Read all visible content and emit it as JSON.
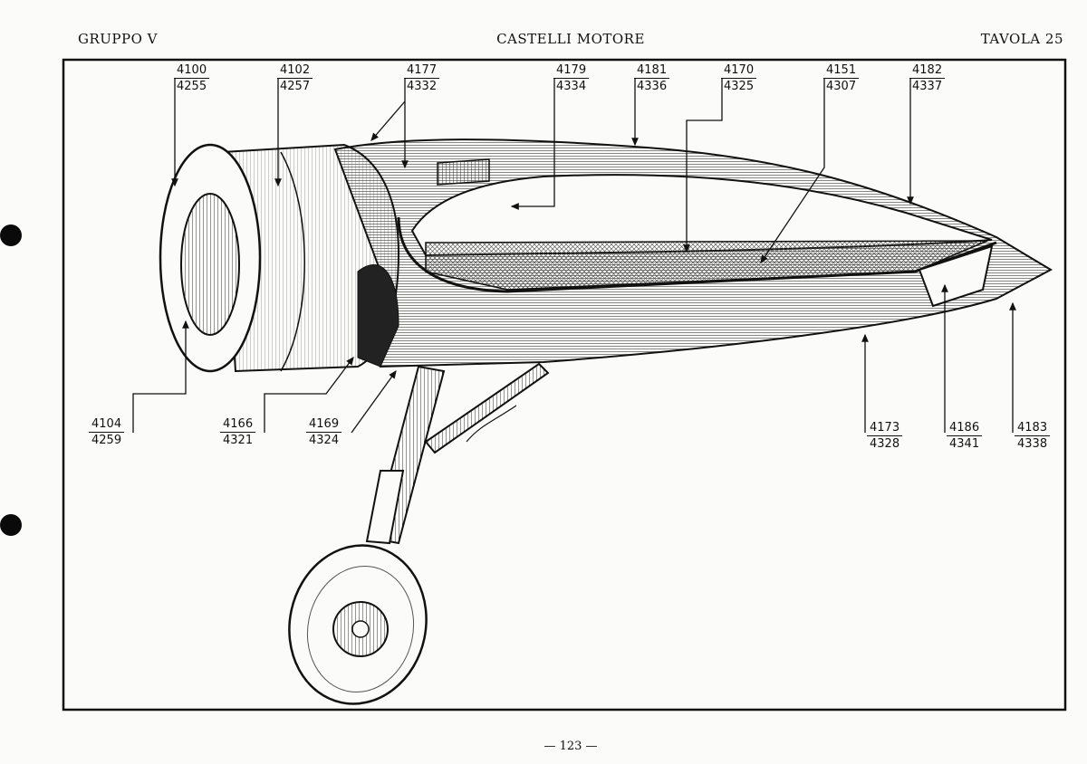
{
  "header": {
    "left": "GRUPPO V",
    "center": "CASTELLI MOTORE",
    "right": "TAVOLA 25"
  },
  "footer": {
    "page": "— 123 —"
  },
  "callouts": [
    {
      "top": "4100",
      "bottom": "4255"
    },
    {
      "top": "4102",
      "bottom": "4257"
    },
    {
      "top": "4177",
      "bottom": "4332"
    },
    {
      "top": "4179",
      "bottom": "4334"
    },
    {
      "top": "4181",
      "bottom": "4336"
    },
    {
      "top": "4170",
      "bottom": "4325"
    },
    {
      "top": "4151",
      "bottom": "4307"
    },
    {
      "top": "4182",
      "bottom": "4337"
    },
    {
      "top": "4104",
      "bottom": "4259"
    },
    {
      "top": "4166",
      "bottom": "4321"
    },
    {
      "top": "4169",
      "bottom": "4324"
    },
    {
      "top": "4173",
      "bottom": "4328"
    },
    {
      "top": "4186",
      "bottom": "4341"
    },
    {
      "top": "4183",
      "bottom": "4338"
    }
  ]
}
